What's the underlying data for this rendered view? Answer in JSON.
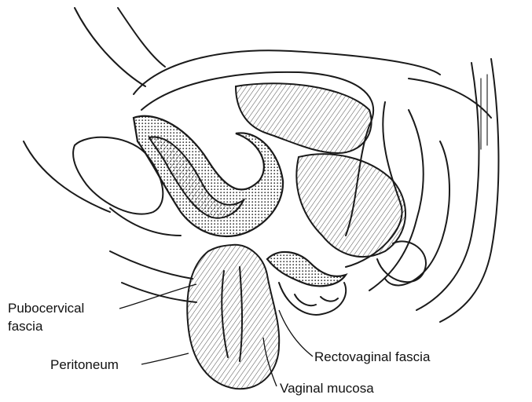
{
  "labels": {
    "pubocervical_fascia_line1": "Pubocervical",
    "pubocervical_fascia_line2": "fascia",
    "peritoneum": "Peritoneum",
    "rectovaginal_fascia": "Rectovaginal fascia",
    "vaginal_mucosa": "Vaginal mucosa"
  }
}
